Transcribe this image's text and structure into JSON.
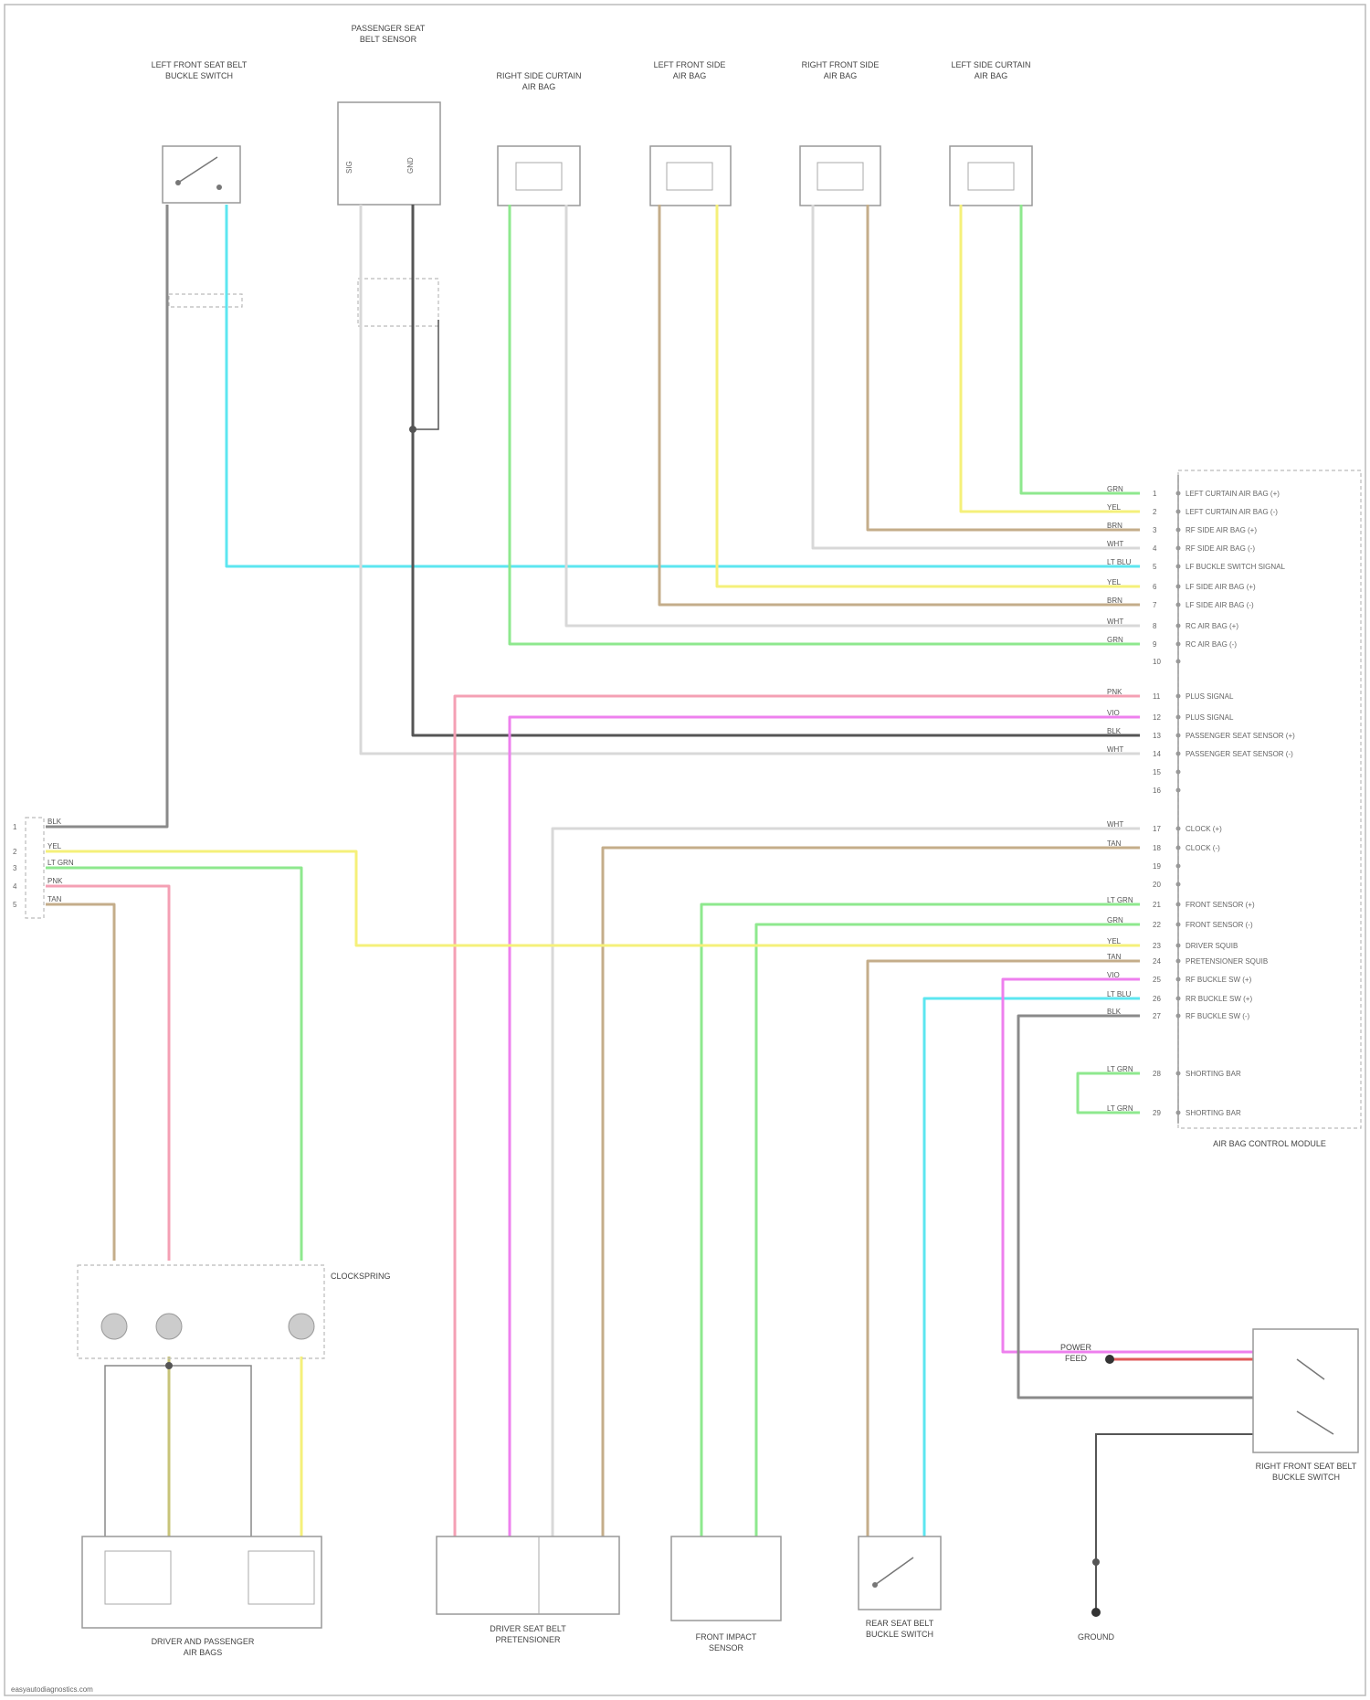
{
  "colors": {
    "cyan": "#5ce6f0",
    "yellow": "#f5f07a",
    "green": "#8ee88e",
    "tan": "#c4ad8a",
    "pink": "#f4a0b4",
    "magenta": "#ee80ee",
    "grey": "#8a8a8a",
    "light": "#d8d8d8",
    "red": "#e05a5a",
    "dark": "#555555"
  },
  "components": {
    "top": [
      {
        "id": "c1",
        "label": [
          "LEFT FRONT SEAT BELT",
          "BUCKLE SWITCH"
        ],
        "style": "switch"
      },
      {
        "id": "c2",
        "label": [
          "PASSENGER SEAT",
          "BELT SENSOR"
        ],
        "style": "sensor"
      },
      {
        "id": "c3",
        "label": [
          "RIGHT SIDE CURTAIN",
          "AIR BAG"
        ],
        "style": "airbag"
      },
      {
        "id": "c4",
        "label": [
          "LEFT FRONT SIDE",
          "AIR BAG"
        ],
        "style": "airbag"
      },
      {
        "id": "c5",
        "label": [
          "RIGHT FRONT SIDE",
          "AIR BAG"
        ],
        "style": "airbag"
      },
      {
        "id": "c6",
        "label": [
          "LEFT SIDE CURTAIN",
          "AIR BAG"
        ],
        "style": "airbag"
      }
    ],
    "bottom": [
      {
        "id": "b1",
        "label": [
          "DRIVER AND PASSENGER",
          "AIR BAGS"
        ]
      },
      {
        "id": "b2",
        "label": [
          "DRIVER SEAT BELT",
          "PRETENSIONER"
        ]
      },
      {
        "id": "b3",
        "label": [
          "FRONT IMPACT",
          "SENSOR"
        ]
      },
      {
        "id": "b4",
        "label": [
          "REAR SEAT BELT",
          "BUCKLE SWITCH"
        ]
      },
      {
        "id": "b5",
        "label": [
          "GROUND"
        ]
      }
    ],
    "clockspring": [
      "CLOCKSPRING"
    ],
    "module": [
      "AIR BAG CONTROL MODULE"
    ],
    "right_switch": [
      "RIGHT FRONT SEAT BELT",
      "BUCKLE SWITCH"
    ],
    "right_feed": [
      "POWER",
      "FEED"
    ]
  },
  "module_pins": [
    {
      "wire": "GRN",
      "pin": "1",
      "name": "LEFT CURTAIN AIR BAG (+)"
    },
    {
      "wire": "YEL",
      "pin": "2",
      "name": "LEFT CURTAIN AIR BAG (-)"
    },
    {
      "wire": "BRN",
      "pin": "3",
      "name": "RF SIDE AIR BAG (+)"
    },
    {
      "wire": "WHT",
      "pin": "4",
      "name": "RF SIDE AIR BAG (-)"
    },
    {
      "wire": "LT BLU",
      "pin": "5",
      "name": "LF BUCKLE SWITCH SIGNAL"
    },
    {
      "wire": "YEL",
      "pin": "6",
      "name": "LF SIDE AIR BAG (+)"
    },
    {
      "wire": "BRN",
      "pin": "7",
      "name": "LF SIDE AIR BAG (-)"
    },
    {
      "wire": "WHT",
      "pin": "8",
      "name": "RC AIR BAG (+)"
    },
    {
      "wire": "GRN",
      "pin": "9",
      "name": "RC AIR BAG (-)"
    },
    {
      "wire": "",
      "pin": "10",
      "name": ""
    },
    {
      "wire": "PNK",
      "pin": "11",
      "name": "PLUS SIGNAL"
    },
    {
      "wire": "VIO",
      "pin": "12",
      "name": "PLUS SIGNAL"
    },
    {
      "wire": "BLK",
      "pin": "13",
      "name": "PASSENGER SEAT SENSOR (+)"
    },
    {
      "wire": "WHT",
      "pin": "14",
      "name": "PASSENGER SEAT SENSOR (-)"
    },
    {
      "wire": "",
      "pin": "15",
      "name": ""
    },
    {
      "wire": "",
      "pin": "16",
      "name": ""
    },
    {
      "wire": "WHT",
      "pin": "17",
      "name": "CLOCK (+)"
    },
    {
      "wire": "TAN",
      "pin": "18",
      "name": "CLOCK (-)"
    },
    {
      "wire": "",
      "pin": "19",
      "name": ""
    },
    {
      "wire": "",
      "pin": "20",
      "name": ""
    },
    {
      "wire": "LT GRN",
      "pin": "21",
      "name": "FRONT SENSOR (+)"
    },
    {
      "wire": "GRN",
      "pin": "22",
      "name": "FRONT SENSOR (-)"
    },
    {
      "wire": "YEL",
      "pin": "23",
      "name": "DRIVER SQUIB"
    },
    {
      "wire": "TAN",
      "pin": "24",
      "name": "PRETENSIONER SQUIB"
    },
    {
      "wire": "VIO",
      "pin": "25",
      "name": "RF BUCKLE SW (+)"
    },
    {
      "wire": "LT BLU",
      "pin": "26",
      "name": "RR BUCKLE SW (+)"
    },
    {
      "wire": "BLK",
      "pin": "27",
      "name": "RF BUCKLE SW (-)"
    },
    {
      "wire": "LT GRN",
      "pin": "28",
      "name": "SHORTING BAR"
    },
    {
      "wire": "LT GRN",
      "pin": "29",
      "name": "SHORTING BAR"
    }
  ],
  "left_connector": [
    {
      "pin": "1",
      "wire": "BLK"
    },
    {
      "pin": "2",
      "wire": "YEL"
    },
    {
      "pin": "3",
      "wire": "LT GRN"
    },
    {
      "pin": "4",
      "wire": "PNK"
    },
    {
      "pin": "5",
      "wire": "TAN"
    }
  ],
  "footer": "easyautodiagnostics.com"
}
